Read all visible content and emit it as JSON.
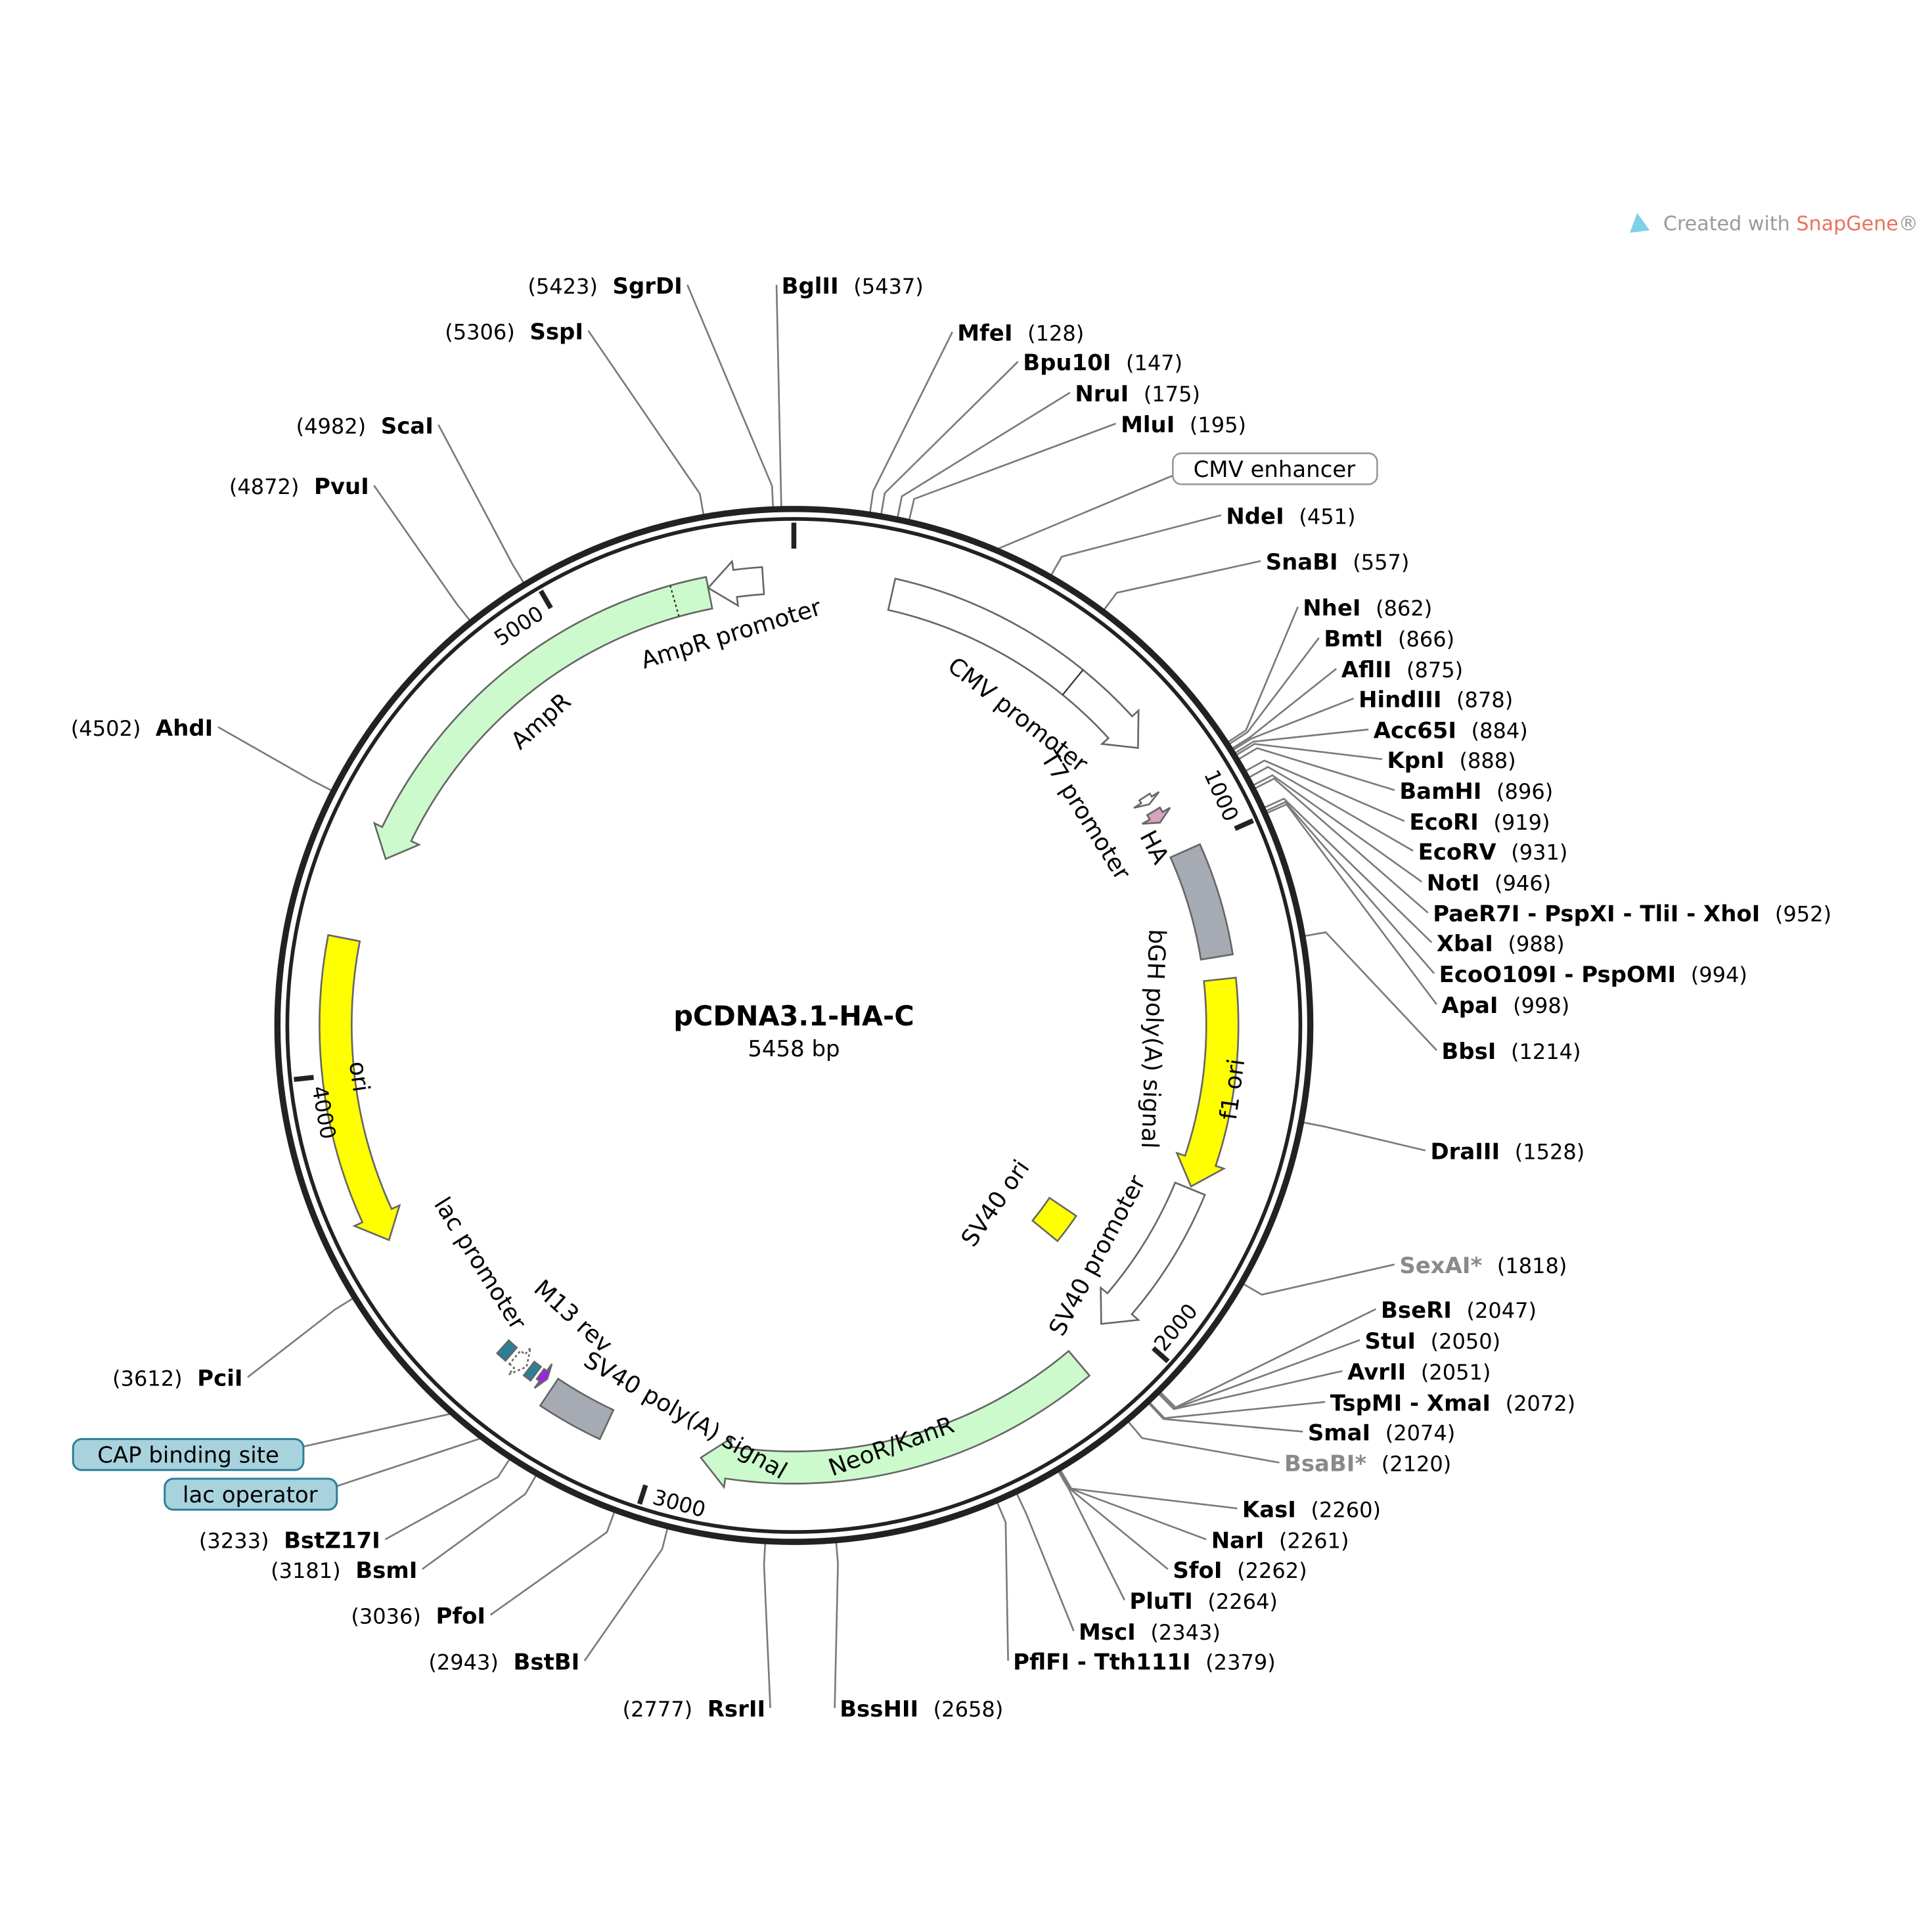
{
  "plasmid": {
    "name": "pCDNA3.1-HA-C",
    "length_label": "5458 bp",
    "length": 5458
  },
  "watermark": {
    "prefix": "Created with ",
    "brand": "SnapGene",
    "suffix": "®",
    "brand_color": "#e8735f"
  },
  "ticks": [
    {
      "bp": 1000,
      "label": "1000"
    },
    {
      "bp": 2000,
      "label": "2000"
    },
    {
      "bp": 3000,
      "label": "3000"
    },
    {
      "bp": 4000,
      "label": "4000"
    },
    {
      "bp": 5000,
      "label": "5000"
    }
  ],
  "features": [
    {
      "label": "CMV promoter",
      "start": 194,
      "end": 775,
      "dir": 1,
      "color": "#ffffff",
      "divider": 593
    },
    {
      "label": "T7 promoter",
      "start": 863,
      "end": 881,
      "dir": 1,
      "color": "#ffffff"
    },
    {
      "label": "HA",
      "start": 898,
      "end": 925,
      "dir": 1,
      "color": "#d7a3bd"
    },
    {
      "label": "bGH poly(A) signal",
      "start": 1000,
      "end": 1225,
      "dir": 0,
      "color": "#a6abb3"
    },
    {
      "label": "f1 ori",
      "start": 1271,
      "end": 1699,
      "dir": 1,
      "color": "#ffff00"
    },
    {
      "label": "SV40 promoter",
      "start": 1704,
      "end": 2034,
      "dir": 1,
      "color": "#ffffff"
    },
    {
      "label": "SV40 ori",
      "start": 1880,
      "end": 1960,
      "dir": 0,
      "color": "#ffff00"
    },
    {
      "label": "NeoR/KanR",
      "start": 2120,
      "end": 2913,
      "dir": 1,
      "color": "#ccfacc"
    },
    {
      "label": "SV40 poly(A) signal",
      "start": 3110,
      "end": 3240,
      "dir": 0,
      "color": "#a6abb3"
    },
    {
      "label": "M13 rev",
      "start": 3258,
      "end": 3275,
      "dir": -1,
      "color": "#a020f0"
    },
    {
      "label": "lac operator",
      "start": 3283,
      "end": 3300,
      "dir": 0,
      "color": "#2b7f98"
    },
    {
      "label": "lac promoter",
      "start": 3306,
      "end": 3336,
      "dir": -1,
      "color": "#ffffff"
    },
    {
      "label": "CAP binding site",
      "start": 3346,
      "end": 3368,
      "dir": 0,
      "color": "#2b7f98"
    },
    {
      "label": "ori",
      "start": 3670,
      "end": 4260,
      "dir": -1,
      "color": "#ffff00"
    },
    {
      "label": "AmpR",
      "start": 4430,
      "end": 5290,
      "dir": -1,
      "color": "#ccfacc",
      "divider": 5220
    },
    {
      "label": "AmpR promoter",
      "start": 5290,
      "end": 5398,
      "dir": -1,
      "color": "#ffffff"
    }
  ],
  "feature_callouts": {
    "cmv_enhancer": "CMV enhancer",
    "cap_binding_site": "CAP binding site",
    "lac_operator": "lac operator"
  },
  "enzymes": [
    {
      "name": "MfeI",
      "pos": "(128)",
      "bp": 128
    },
    {
      "name": "Bpu10I",
      "pos": "(147)",
      "bp": 147
    },
    {
      "name": "NruI",
      "pos": "(175)",
      "bp": 175
    },
    {
      "name": "MluI",
      "pos": "(195)",
      "bp": 195
    },
    {
      "name": "NdeI",
      "pos": "(451)",
      "bp": 451
    },
    {
      "name": "SnaBI",
      "pos": "(557)",
      "bp": 557
    },
    {
      "name": "NheI",
      "pos": "(862)",
      "bp": 862
    },
    {
      "name": "BmtI",
      "pos": "(866)",
      "bp": 866
    },
    {
      "name": "AflII",
      "pos": "(875)",
      "bp": 875
    },
    {
      "name": "HindIII",
      "pos": "(878)",
      "bp": 878
    },
    {
      "name": "Acc65I",
      "pos": "(884)",
      "bp": 884
    },
    {
      "name": "KpnI",
      "pos": "(888)",
      "bp": 888
    },
    {
      "name": "BamHI",
      "pos": "(896)",
      "bp": 896
    },
    {
      "name": "EcoRI",
      "pos": "(919)",
      "bp": 919
    },
    {
      "name": "EcoRV",
      "pos": "(931)",
      "bp": 931
    },
    {
      "name": "NotI",
      "pos": "(946)",
      "bp": 946
    },
    {
      "name": "PaeR7I - PspXI - TliI - XhoI",
      "pos": "(952)",
      "bp": 952
    },
    {
      "name": "XbaI",
      "pos": "(988)",
      "bp": 988
    },
    {
      "name": "EcoO109I - PspOMI",
      "pos": "(994)",
      "bp": 994
    },
    {
      "name": "ApaI",
      "pos": "(998)",
      "bp": 998
    },
    {
      "name": "BbsI",
      "pos": "(1214)",
      "bp": 1214
    },
    {
      "name": "DraIII",
      "pos": "(1528)",
      "bp": 1528
    },
    {
      "name": "SexAI*",
      "pos": "(1818)",
      "bp": 1818,
      "gray": true
    },
    {
      "name": "BseRI",
      "pos": "(2047)",
      "bp": 2047
    },
    {
      "name": "StuI",
      "pos": "(2050)",
      "bp": 2050
    },
    {
      "name": "AvrII",
      "pos": "(2051)",
      "bp": 2051
    },
    {
      "name": "TspMI - XmaI",
      "pos": "(2072)",
      "bp": 2072
    },
    {
      "name": "SmaI",
      "pos": "(2074)",
      "bp": 2074
    },
    {
      "name": "BsaBI*",
      "pos": "(2120)",
      "bp": 2120,
      "gray": true
    },
    {
      "name": "KasI",
      "pos": "(2260)",
      "bp": 2260
    },
    {
      "name": "NarI",
      "pos": "(2261)",
      "bp": 2261
    },
    {
      "name": "SfoI",
      "pos": "(2262)",
      "bp": 2262
    },
    {
      "name": "PluTI",
      "pos": "(2264)",
      "bp": 2264
    },
    {
      "name": "MscI",
      "pos": "(2343)",
      "bp": 2343
    },
    {
      "name": "PflFI - Tth111I",
      "pos": "(2379)",
      "bp": 2379
    },
    {
      "name": "BssHII",
      "pos": "(2658)",
      "bp": 2658
    },
    {
      "name": "RsrII",
      "pos": "(2777)",
      "bp": 2777
    },
    {
      "name": "BstBI",
      "pos": "(2943)",
      "bp": 2943
    },
    {
      "name": "PfoI",
      "pos": "(3036)",
      "bp": 3036
    },
    {
      "name": "BsmI",
      "pos": "(3181)",
      "bp": 3181
    },
    {
      "name": "BstZ17I",
      "pos": "(3233)",
      "bp": 3233
    },
    {
      "name": "PciI",
      "pos": "(3612)",
      "bp": 3612
    },
    {
      "name": "AhdI",
      "pos": "(4502)",
      "bp": 4502
    },
    {
      "name": "PvuI",
      "pos": "(4872)",
      "bp": 4872
    },
    {
      "name": "ScaI",
      "pos": "(4982)",
      "bp": 4982
    },
    {
      "name": "SspI",
      "pos": "(5306)",
      "bp": 5306
    },
    {
      "name": "SgrDI",
      "pos": "(5423)",
      "bp": 5423
    },
    {
      "name": "BglII",
      "pos": "(5437)",
      "bp": 5437
    }
  ]
}
